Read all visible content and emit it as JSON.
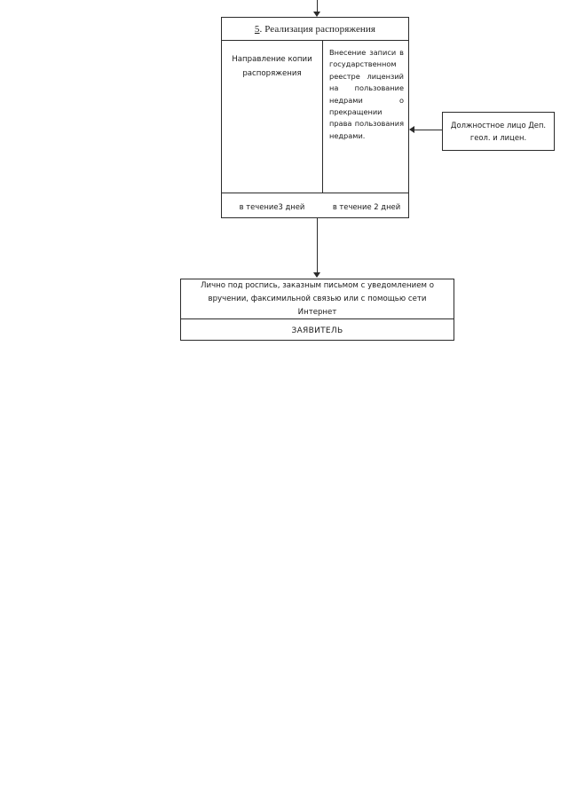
{
  "diagram": {
    "title": "5. Реализация распоряжения",
    "step_number": "5",
    "title_rest": ". Реализация распоряжения",
    "main_table": {
      "left_column": {
        "action": "Направление копии распоряжения",
        "deadline": "в течение3 дней"
      },
      "right_column": {
        "action": "Внесение записи в государственном реестре лицензий на пользование недрами о прекращении права пользования недрами.",
        "deadline": "в течение 2 дней"
      }
    },
    "official_box": {
      "text": "Должностное лицо Деп. геол. и лицен."
    },
    "applicant_box": {
      "delivery_method": "Лично под роспись, заказным письмом с уведомлением о вручении, факсимильной связью или с помощью сети Интернет",
      "label": "ЗАЯВИТЕЛЬ"
    },
    "colors": {
      "line": "#2b2b2b",
      "background": "#ffffff",
      "text": "#1a1a1a"
    }
  }
}
